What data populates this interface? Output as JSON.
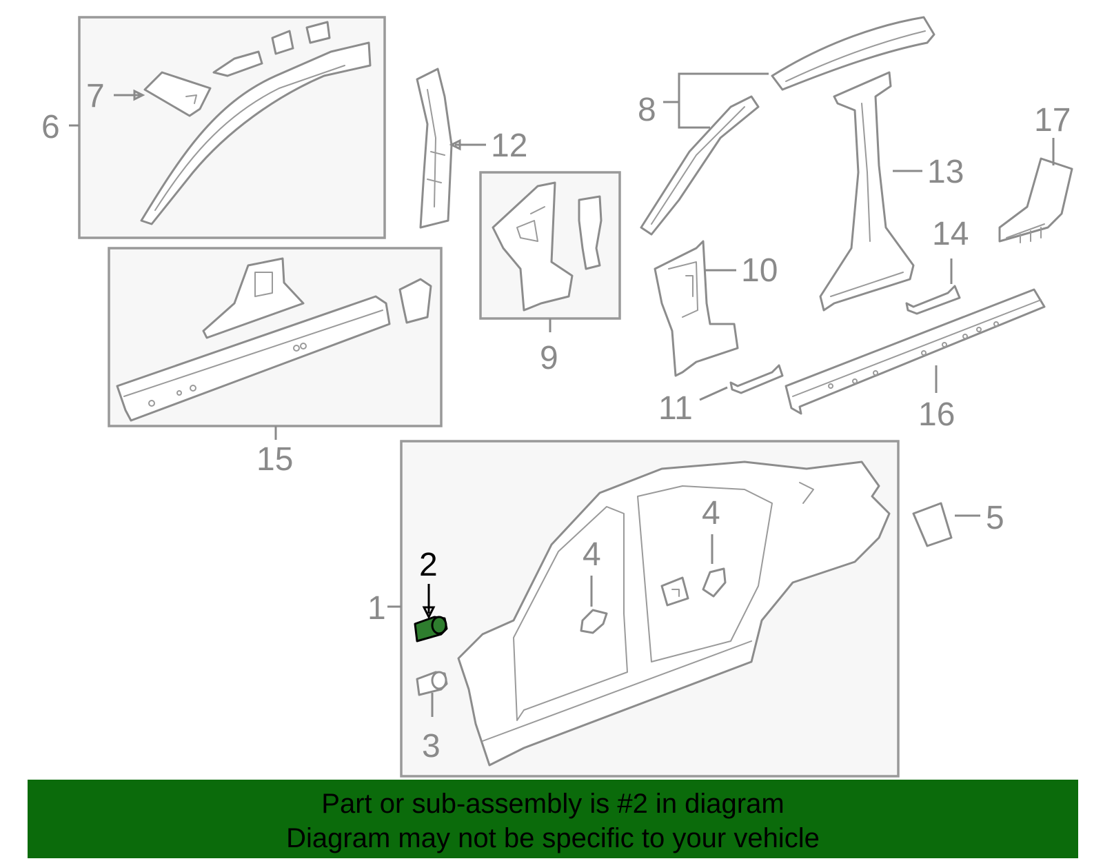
{
  "diagram": {
    "callouts": {
      "n1": "1",
      "n2": "2",
      "n3": "3",
      "n4a": "4",
      "n4b": "4",
      "n5": "5",
      "n6": "6",
      "n7": "7",
      "n8": "8",
      "n9": "9",
      "n10": "10",
      "n11": "11",
      "n12": "12",
      "n13": "13",
      "n14": "14",
      "n15": "15",
      "n16": "16",
      "n17": "17"
    },
    "highlight_color": "#2e7d2e",
    "icons": [
      "side-panel-icon",
      "bracket-icon",
      "pillar-icon",
      "rail-icon",
      "rocker-icon"
    ]
  },
  "banner": {
    "line1": "Part or sub-assembly is #2 in diagram",
    "line2": "Diagram may not be specific to your vehicle",
    "background": "#0b6b0b"
  }
}
